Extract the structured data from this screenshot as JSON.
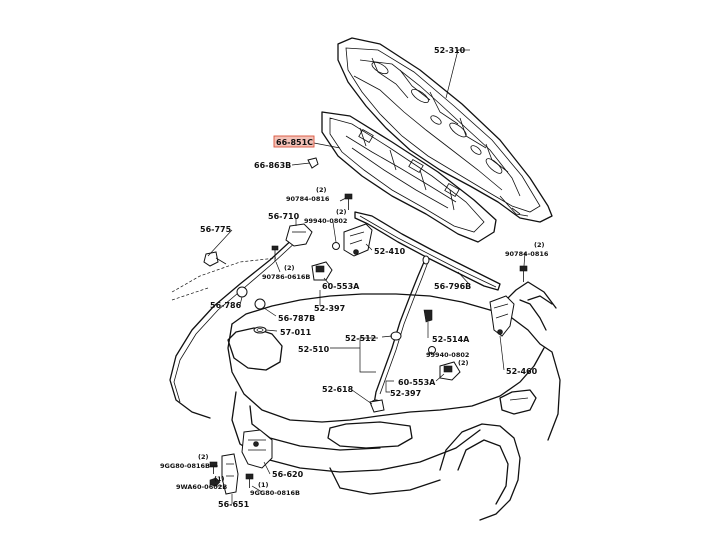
{
  "labels": {
    "hood": "52-310",
    "insulator": "66-851C",
    "clip": "66-863B",
    "qty1": "(2)",
    "bolt_a": "90784-0816",
    "washer": "99940-0802",
    "qty2": "(2)",
    "lock_cable": "56-775",
    "release_cable": "56-710",
    "bracket_bolt": "90786-0616B",
    "screw_qty": "(2)",
    "stay_holder": "60-553A",
    "stay_clip": "52-397",
    "hinge_l": "52-410",
    "bolt_r": "90784-0816",
    "qty3": "(2)",
    "weatherstrip": "56-796B",
    "bumper_l": "56-786",
    "bumper_r": "56-787B",
    "cap": "57-011",
    "grommet": "52-512",
    "stay_rod": "52-510",
    "clip_514": "52-514A",
    "washer2": "99940-0802",
    "qty4": "(2)",
    "hinge_r": "52-460",
    "stay_holder2": "60-553A",
    "stay_clip2": "52-397",
    "striker": "52-618",
    "bolt_l1": "9GG80-0816B",
    "qty5": "(2)",
    "nut": "9WA60-0602B",
    "qty6": "(1)",
    "latch": "56-620",
    "qty7": "(1)",
    "bolt_l2": "9GG80-0816B",
    "latch_assy": "56-651"
  }
}
